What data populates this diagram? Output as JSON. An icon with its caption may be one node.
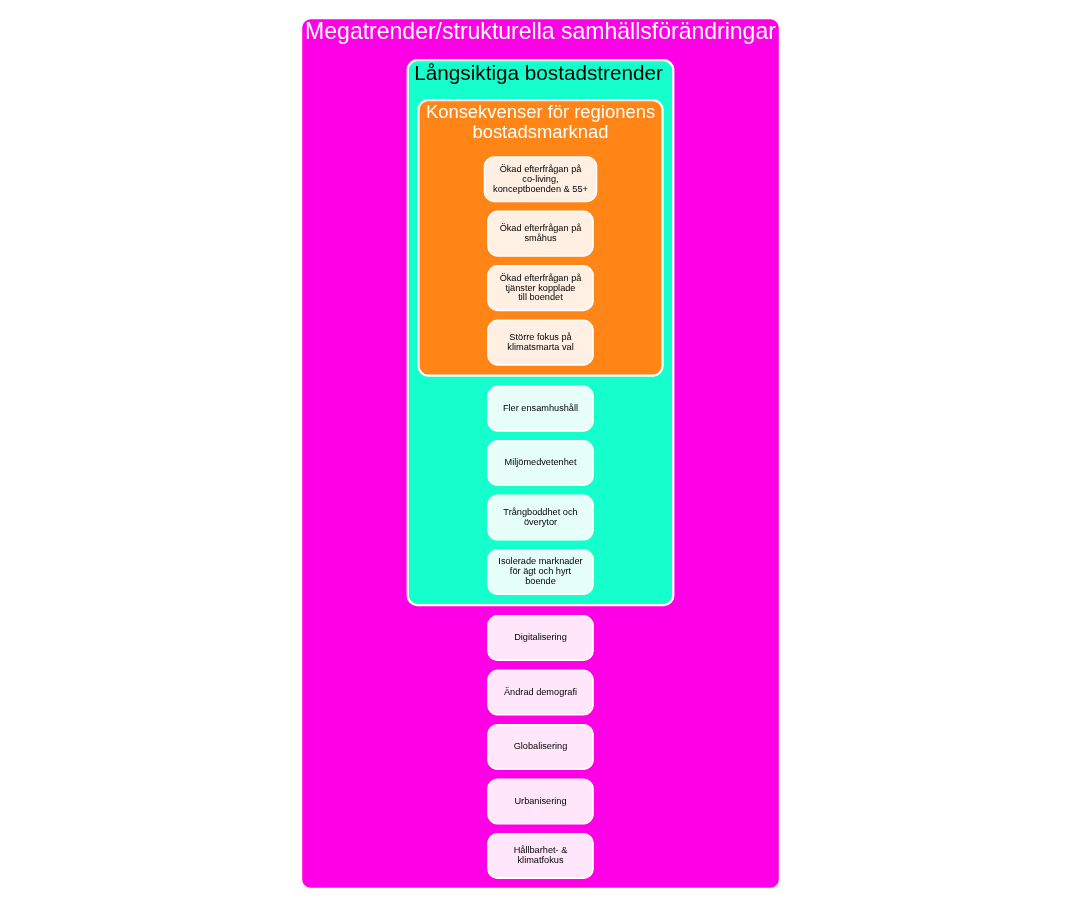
{
  "diagram": {
    "nodes": [
      {
        "text": [
          "Megatrender/strukturella samhällsförändringar"
        ]
      },
      {
        "text": [
          "Digitalisering"
        ],
        "in": 0
      },
      {
        "text": [
          "Ändrad demografi"
        ],
        "in": 0
      },
      {
        "text": [
          "Globalisering"
        ],
        "in": 0
      },
      {
        "text": [
          "Urbanisering"
        ],
        "in": 0
      },
      {
        "text": [
          "Hållbarhet- & klimatfokus"
        ],
        "in": 0
      },
      {
        "text": [
          "Långsiktiga bostadstrender"
        ],
        "in": 0
      },
      {
        "text": [
          "Fler ensamhushåll"
        ],
        "in": 6
      },
      {
        "text": [
          "Miljömedvetenhet"
        ],
        "in": 6
      },
      {
        "text": [
          "Trångboddhet och överytor"
        ],
        "in": 6
      },
      {
        "text": [
          "Isolerade marknader för ägt och hyrt boende"
        ],
        "in": 6
      },
      {
        "text": [
          "Konsekvenser för regionens bostadsmarknad"
        ],
        "in": 6
      },
      {
        "text": [
          "Ökad efterfrågan på co-living, konceptboenden & 55+"
        ],
        "in": 11
      },
      {
        "text": [
          "Ökad efterfrågan på småhus"
        ],
        "in": 11
      },
      {
        "text": [
          "Ökad efterfrågan på tjänster kopplade till boendet"
        ],
        "in": 11
      },
      {
        "text": [
          "Större fokus på klimatsmarta val"
        ],
        "in": 11
      }
    ],
    "edges": []
  }
}
